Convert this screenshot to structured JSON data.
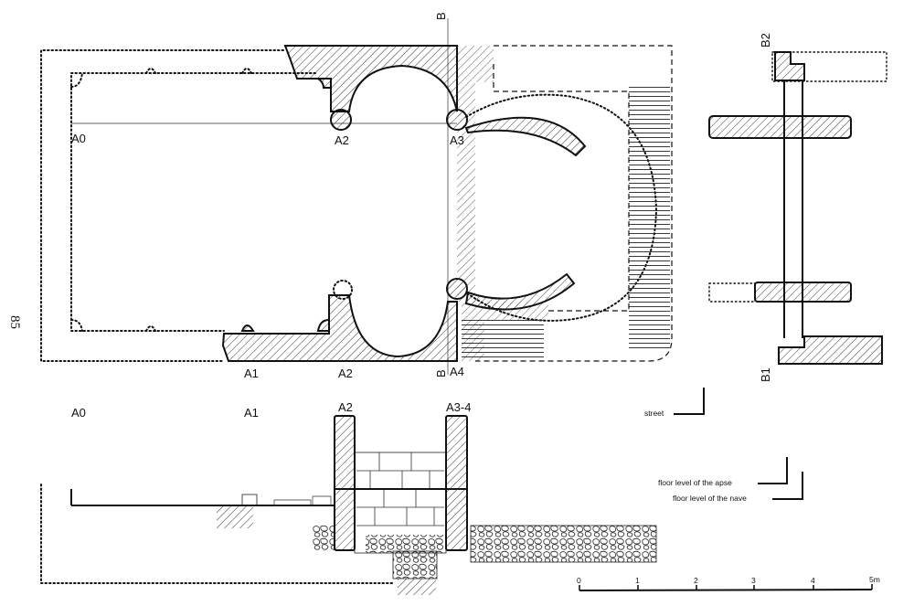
{
  "page_number": "85",
  "plan": {
    "labels": {
      "a0": "A0",
      "a1": "A1",
      "a2_bottom": "A2",
      "a2_top": "A2",
      "a3": "A3",
      "a4": "A4",
      "b_top": "B",
      "b_bottom": "B"
    }
  },
  "section_b": {
    "labels": {
      "b1": "B1",
      "b2": "B2"
    }
  },
  "section_a": {
    "labels": {
      "a0": "A0",
      "a1": "A1",
      "a2": "A2",
      "a34": "A3-4"
    }
  },
  "legend": {
    "street": "street",
    "floor_apse": "floor level of the apse",
    "floor_nave": "floor level of the nave"
  },
  "scale": {
    "ticks": [
      "0",
      "1",
      "2",
      "3",
      "4",
      "5m"
    ]
  }
}
